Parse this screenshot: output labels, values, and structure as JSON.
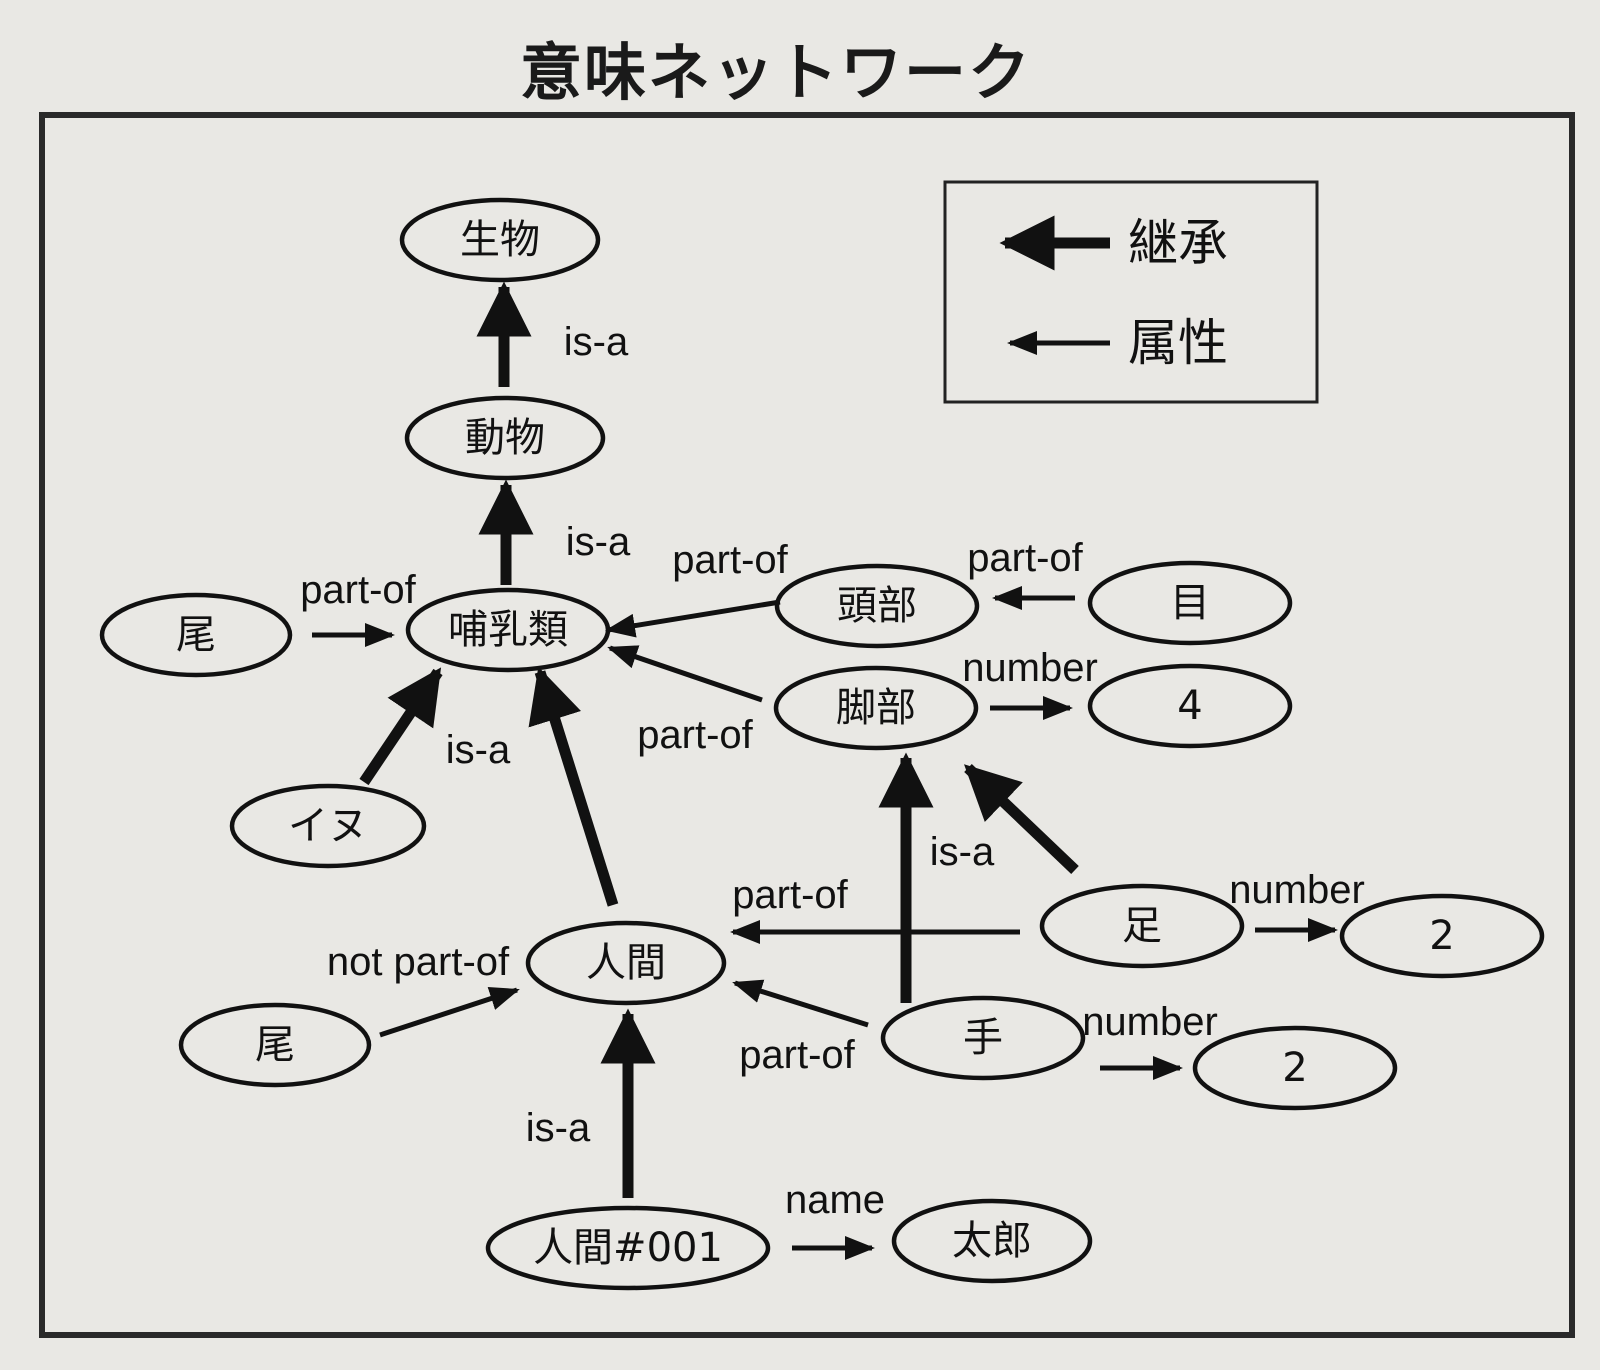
{
  "title": "意味ネットワーク",
  "legend": {
    "inherit_label": "継承",
    "attribute_label": "属性"
  },
  "nodes": {
    "seibutsu": "生物",
    "doubutsu": "動物",
    "honyurui": "哺乳類",
    "o_top": "尾",
    "inu": "イヌ",
    "toubu": "頭部",
    "me": "目",
    "kyakubu": "脚部",
    "num4": "4",
    "ashi": "足",
    "num2_ashi": "2",
    "ningen": "人間",
    "o_bottom": "尾",
    "te": "手",
    "num2_te": "2",
    "ningen001": "人間#001",
    "taro": "太郎"
  },
  "edge_labels": {
    "isa_doubutsu_seibutsu": "is-a",
    "isa_honyurui_doubutsu": "is-a",
    "partof_o_honyurui": "part-of",
    "partof_toubu_honyurui": "part-of",
    "partof_me_toubu": "part-of",
    "partof_kyakubu_honyurui": "part-of",
    "number_kyakubu": "number",
    "isa_inu_honyurui": "is-a",
    "isa_ashi_kyakubu": "is-a",
    "partof_ashi_ningen": "part-of",
    "number_ashi": "number",
    "notpartof_o_ningen": "not part-of",
    "partof_te_ningen": "part-of",
    "number_te": "number",
    "isa_ningen001_ningen": "is-a",
    "name_ningen001": "name"
  }
}
